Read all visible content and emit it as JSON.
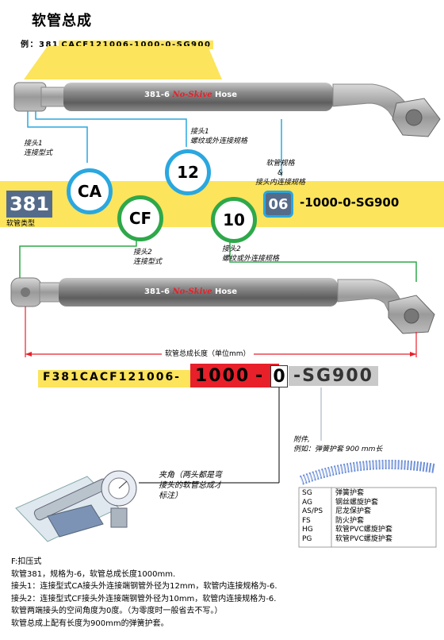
{
  "page": {
    "title": "软管总成"
  },
  "example": {
    "prefix": "例：381",
    "highlight": "CACF121006-1000-0-SG900"
  },
  "hose1": {
    "text": "381-6",
    "brand": "No-Skive",
    "suffix": "Hose"
  },
  "hose2": {
    "text": "381-6",
    "brand": "No-Skive",
    "suffix": "Hose"
  },
  "labels": {
    "fitting1_type": "接头1\n连接型式",
    "fitting1_thread": "接头1\n螺纹或外连接规格",
    "hose_size": "软管规格\n&\n接头内连接规格",
    "fitting2_type": "接头2\n连接型式",
    "fitting2_thread": "接头2\n螺纹或外连接规格",
    "hose_type": "软管类型",
    "assembly_length": "软管总成长度（单位mm）"
  },
  "code": {
    "series": "381",
    "f1_type": "CA",
    "f1_size": "12",
    "f2_type": "CF",
    "f2_size": "10",
    "hose_size": "06",
    "tail": "-1000-0-SG900"
  },
  "part_number": {
    "p1": "F381CACF121006-",
    "length": "1000",
    "dash": "-",
    "angle": "0",
    "tail": "-SG900"
  },
  "angle_note": "夹角（两头都是弯\n接头的软管总成才\n标注）",
  "accessory": {
    "title": "附件,",
    "example": "例如：弹簧护套 900 mm长"
  },
  "legend": [
    {
      "code": "SG",
      "desc": "弹簧护套"
    },
    {
      "code": "AG",
      "desc": "钢丝螺旋护套"
    },
    {
      "code": "AS/PS",
      "desc": "尼龙保护套"
    },
    {
      "code": "FS",
      "desc": "防火护套"
    },
    {
      "code": "HG",
      "desc": "软管PVC螺旋护套"
    },
    {
      "code": "PG",
      "desc": "软管PVC螺旋护套"
    }
  ],
  "notes": [
    "F:扣压式",
    "软管381，规格为-6，软管总成长度1000mm.",
    "接头1：连接型式CA接头外连接端钢管外径为12mm，软管内连接规格为-6.",
    "接头2：连接型式CF接头外连接端钢管外径为10mm，软管内连接规格为-6.",
    "软管两端接头的空间角度为0度。（为零度时一般省去不写。）",
    "软管总成上配有长度为900mm的弹簧护套。"
  ],
  "colors": {
    "yellow": "#fce45c",
    "blue": "#2aa7df",
    "green": "#2ea84a",
    "red": "#e8202a",
    "steel": "#556b8a"
  }
}
